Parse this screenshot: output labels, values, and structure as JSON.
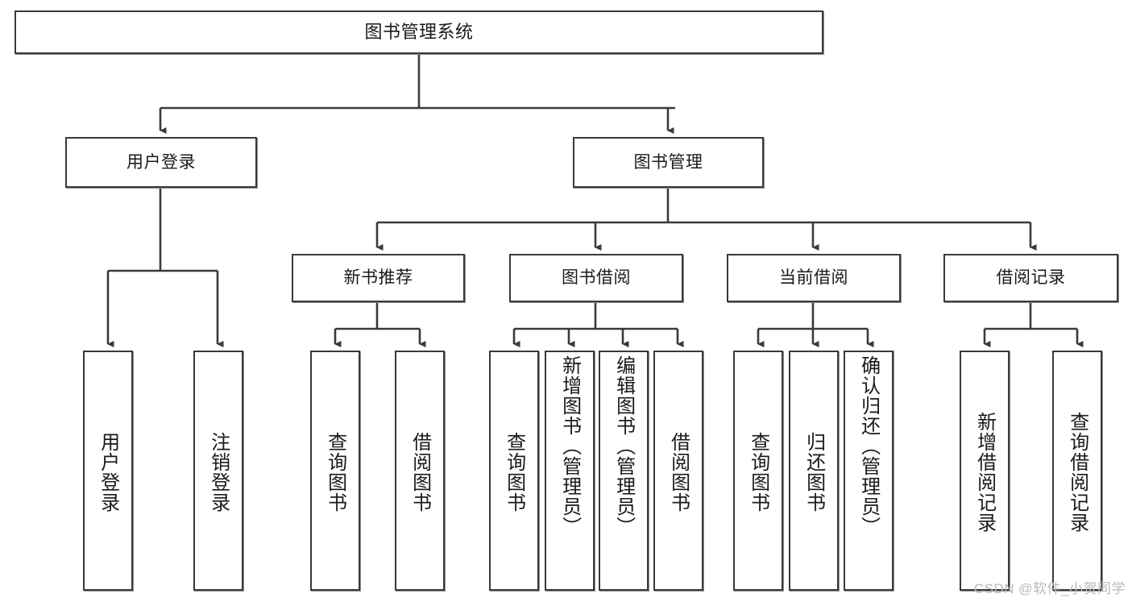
{
  "diagram": {
    "type": "tree-hierarchy-chart",
    "title": "图书管理系统",
    "watermark": "CSDN @软件_小贺同学",
    "colors": {
      "background": "#ffffff",
      "border": "#3a3a3a",
      "text": "#1a1a1a",
      "edge": "#3a3a3a",
      "watermark": "#b9b9b9"
    },
    "levels": {
      "root": {
        "label": "图书管理系统"
      },
      "level2": [
        {
          "id": "user-login",
          "label": "用户登录"
        },
        {
          "id": "book-management",
          "label": "图书管理"
        }
      ],
      "level3": [
        {
          "id": "new-book-recommend",
          "label": "新书推荐",
          "parent": "book-management"
        },
        {
          "id": "book-borrow",
          "label": "图书借阅",
          "parent": "book-management"
        },
        {
          "id": "current-borrow",
          "label": "当前借阅",
          "parent": "book-management"
        },
        {
          "id": "borrow-record",
          "label": "借阅记录",
          "parent": "book-management"
        }
      ],
      "leaves": [
        {
          "id": "leaf-user-login",
          "label": "用户登录",
          "parent": "user-login"
        },
        {
          "id": "leaf-logout-login",
          "label": "注销登录",
          "parent": "user-login"
        },
        {
          "id": "leaf-query-book-1",
          "label": "查询图书",
          "parent": "new-book-recommend"
        },
        {
          "id": "leaf-borrow-book-1",
          "label": "借阅图书",
          "parent": "new-book-recommend"
        },
        {
          "id": "leaf-query-book-2",
          "label": "查询图书",
          "parent": "book-borrow"
        },
        {
          "id": "leaf-add-book",
          "label": "新增图书（管理员）",
          "parent": "book-borrow"
        },
        {
          "id": "leaf-edit-book",
          "label": "编辑图书（管理员）",
          "parent": "book-borrow"
        },
        {
          "id": "leaf-borrow-book-2",
          "label": "借阅图书",
          "parent": "book-borrow"
        },
        {
          "id": "leaf-query-book-3",
          "label": "查询图书",
          "parent": "current-borrow"
        },
        {
          "id": "leaf-return-book",
          "label": "归还图书",
          "parent": "current-borrow"
        },
        {
          "id": "leaf-confirm-return",
          "label": "确认归还（管理员）",
          "parent": "current-borrow"
        },
        {
          "id": "leaf-add-record",
          "label": "新增借阅记录",
          "parent": "borrow-record"
        },
        {
          "id": "leaf-query-record",
          "label": "查询借阅记录",
          "parent": "borrow-record"
        }
      ]
    }
  }
}
